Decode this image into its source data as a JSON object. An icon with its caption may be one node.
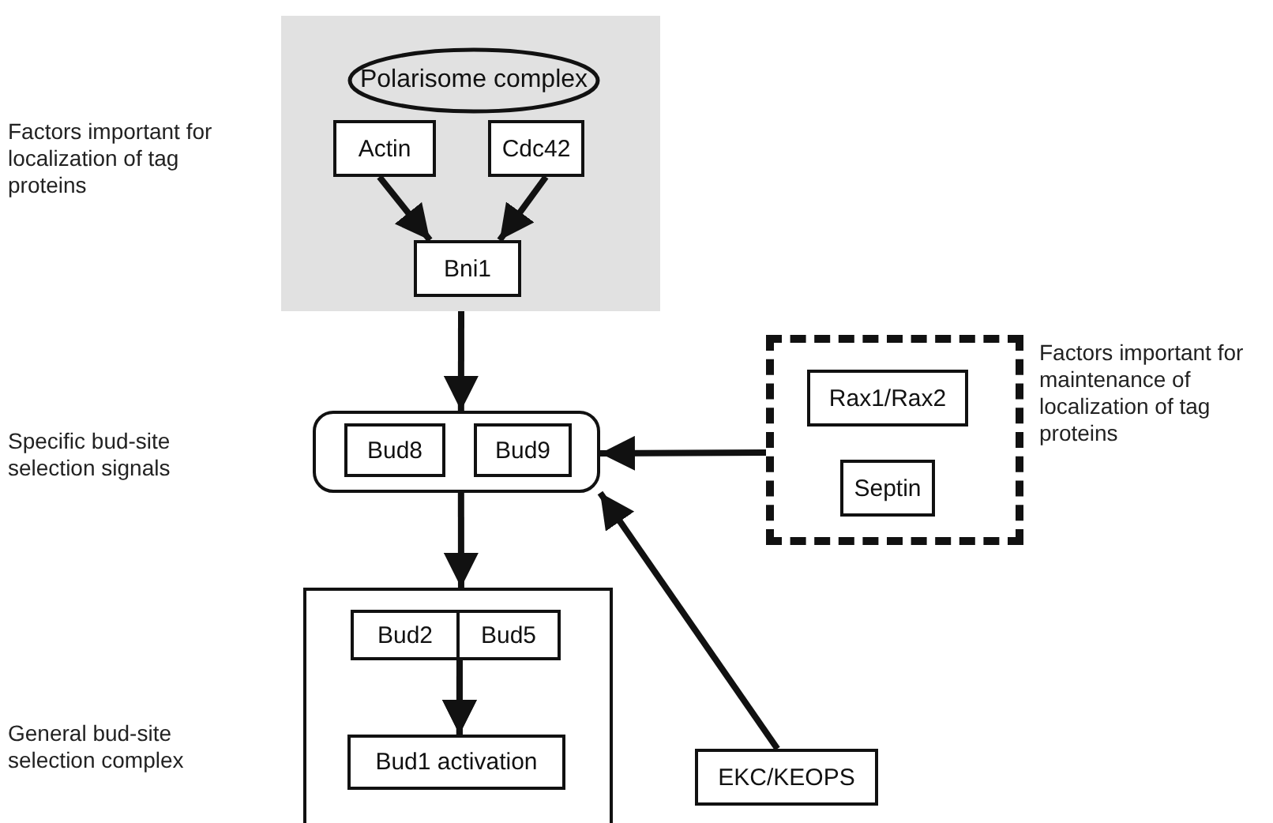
{
  "diagram": {
    "nodes": [
      {
        "text": [],
        "shape": "box",
        "beside": [
          "Factors important for localization of tag proteins"
        ]
      },
      {
        "text": [
          "Polarisome complex"
        ],
        "in": 0
      },
      {
        "text": [
          "Actin"
        ],
        "in": 0
      },
      {
        "text": [
          "Cdc42"
        ],
        "in": 0
      },
      {
        "text": [
          "Bni1"
        ],
        "in": 0
      },
      {
        "text": [],
        "shape": "box"
      },
      {
        "text": [
          "Bud8"
        ],
        "in": 5
      },
      {
        "text": [
          "Bud9"
        ],
        "in": 5
      },
      {
        "text": [],
        "shape": "box",
        "beside": [
          "Factors important for maintenance of localization of tag proteins"
        ]
      },
      {
        "text": [
          "Rax1/Rax2"
        ],
        "in": 8
      },
      {
        "text": [
          "Septin"
        ],
        "in": 8
      },
      {
        "text": [],
        "shape": "box"
      },
      {
        "text": [
          "Bud2"
        ],
        "in": 11
      },
      {
        "text": [
          "Bud5"
        ],
        "in": 11
      },
      {
        "text": [
          "Bud1 activation"
        ],
        "in": 11
      },
      {
        "text": [
          "EKC/KEOPS"
        ]
      }
    ],
    "edges": [
      {
        "from": 2,
        "to": 4,
        "arrow": "to"
      },
      {
        "from": 3,
        "to": 4,
        "arrow": "to"
      },
      {
        "from": 0,
        "to": 5,
        "arrow": "to"
      },
      {
        "from": 8,
        "to": 5,
        "arrow": "to"
      },
      {
        "from": 15,
        "to": 5,
        "arrow": "to"
      },
      {
        "from": 5,
        "to": 11,
        "arrow": "to"
      },
      {
        "from": 12,
        "to": 14,
        "arrow": "to"
      },
      {
        "from": 13,
        "to": 14,
        "arrow": "to"
      }
    ],
    "labels": [
      "Specific bud-site selection signals",
      "General bud-site selection complex"
    ]
  }
}
